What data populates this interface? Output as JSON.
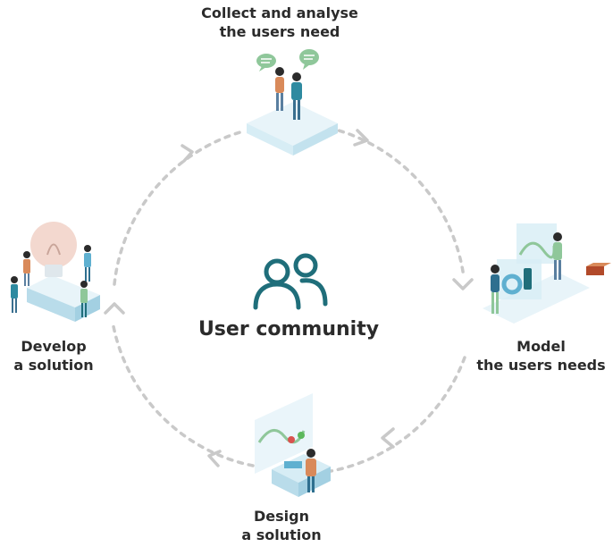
{
  "center": {
    "title": "User community",
    "icon": "user-community-icon"
  },
  "steps": [
    {
      "id": "collect",
      "line1": "Collect and analyse",
      "line2": "the users need"
    },
    {
      "id": "model",
      "line1": "Model",
      "line2": "the users needs"
    },
    {
      "id": "design",
      "line1": "Design",
      "line2": "a solution"
    },
    {
      "id": "develop",
      "line1": "Develop",
      "line2": "a solution"
    }
  ],
  "colors": {
    "accent": "#1f6e7a",
    "cycle": "#c9c9c9",
    "illustration_light": "#d7edf5",
    "figure_orange": "#d98a5a",
    "figure_green": "#8fc79a"
  }
}
